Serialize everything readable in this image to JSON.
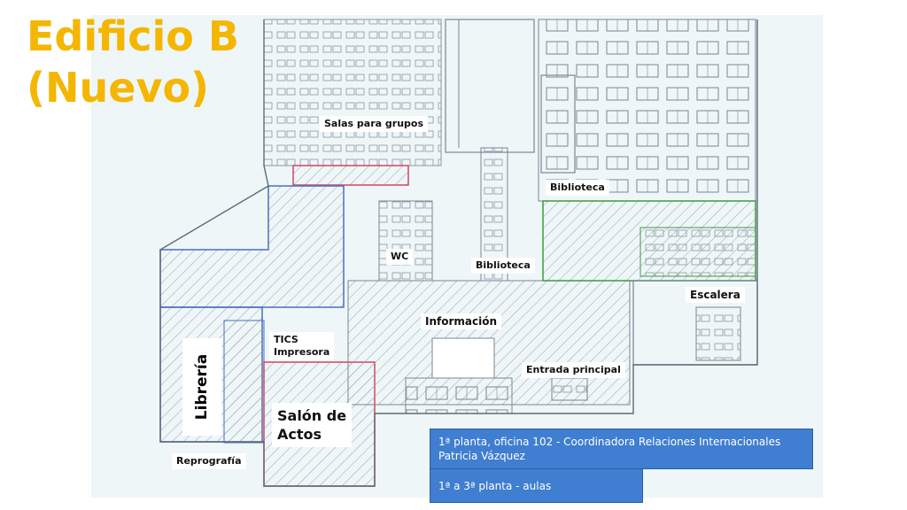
{
  "title_line1": "Edificio B",
  "title_line2": "(Nuevo)",
  "labels": {
    "salas_grupos": "Salas para grupos",
    "biblioteca_1": "Biblioteca",
    "biblioteca_2": "Biblioteca",
    "wc": "WC",
    "escalera": "Escalera",
    "informacion": "Información",
    "tics": "TICS",
    "impresora": "Impresora",
    "entrada": "Entrada principal",
    "libreria": "Librería",
    "salon_1": "Salón de",
    "salon_2": "Actos",
    "reprografia": "Reprografía"
  },
  "info_boxes": {
    "box1_line1": "1ª planta, oficina 102 - Coordinadora Relaciones Internacionales",
    "box1_line2": "Patricia Vázquez",
    "box2": "1ª a 3ª planta - aulas"
  },
  "colors": {
    "title": "#f4b600",
    "info_box": "#3f7ed0",
    "zone_pink": "#d9435a",
    "zone_blue": "#4a6fc4",
    "zone_green": "#3f9a3f"
  }
}
